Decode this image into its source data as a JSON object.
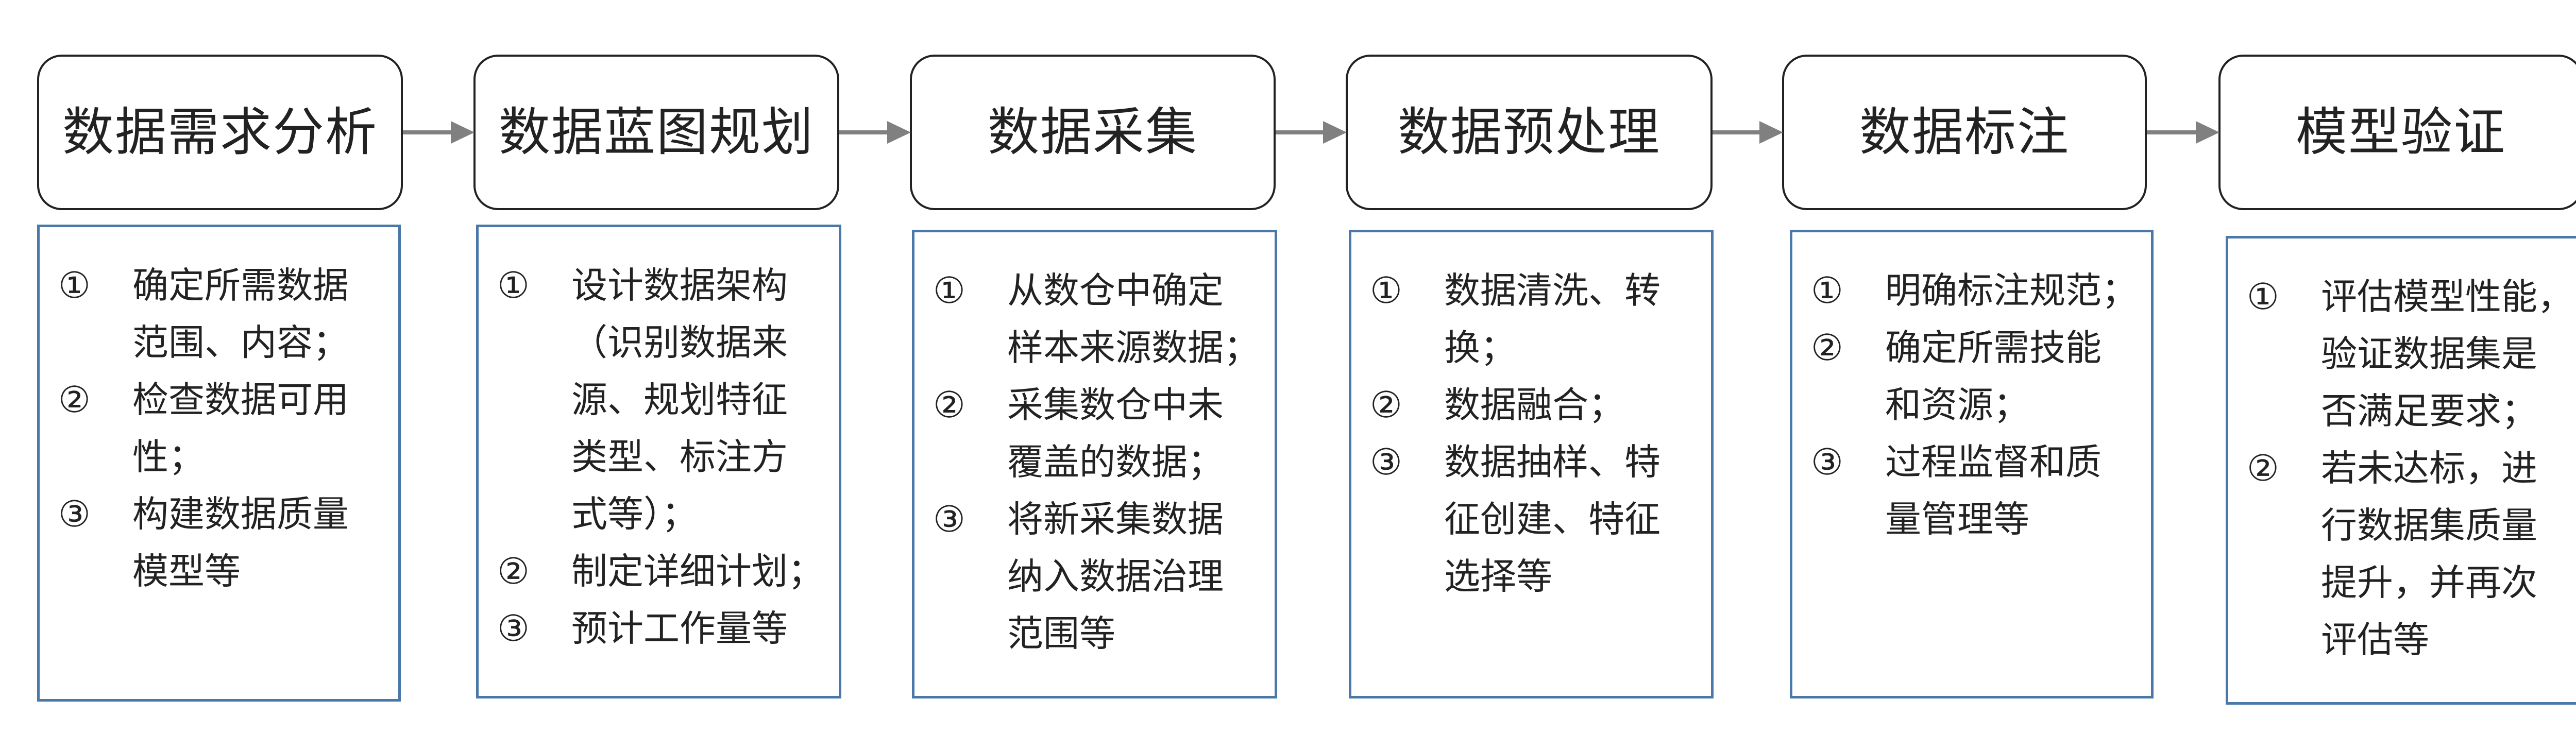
{
  "diagram": {
    "stages": [
      {
        "title": "数据需求分析",
        "items": [
          {
            "marker": "①",
            "lines": [
              "确定所需数据",
              "范围、内容；"
            ]
          },
          {
            "marker": "②",
            "lines": [
              "检查数据可用",
              "性；"
            ]
          },
          {
            "marker": "③",
            "lines": [
              "构建数据质量",
              "模型等"
            ]
          }
        ]
      },
      {
        "title": "数据蓝图规划",
        "items": [
          {
            "marker": "①",
            "lines": [
              "设计数据架构",
              "（识别数据来",
              "源、规划特征",
              "类型、标注方",
              "式等）；"
            ]
          },
          {
            "marker": "②",
            "lines": [
              "制定详细计划；"
            ]
          },
          {
            "marker": "③",
            "lines": [
              "预计工作量等"
            ]
          }
        ]
      },
      {
        "title": "数据采集",
        "items": [
          {
            "marker": "①",
            "lines": [
              "从数仓中确定",
              "样本来源数据；"
            ]
          },
          {
            "marker": "②",
            "lines": [
              "采集数仓中未",
              "覆盖的数据；"
            ]
          },
          {
            "marker": "③",
            "lines": [
              "将新采集数据",
              "纳入数据治理",
              "范围等"
            ]
          }
        ]
      },
      {
        "title": "数据预处理",
        "items": [
          {
            "marker": "①",
            "lines": [
              "数据清洗、转",
              "换；"
            ]
          },
          {
            "marker": "②",
            "lines": [
              "数据融合；"
            ]
          },
          {
            "marker": "③",
            "lines": [
              "数据抽样、特",
              "征创建、特征",
              "选择等"
            ]
          }
        ]
      },
      {
        "title": "数据标注",
        "items": [
          {
            "marker": "①",
            "lines": [
              "明确标注规范；"
            ]
          },
          {
            "marker": "②",
            "lines": [
              "确定所需技能",
              "和资源；"
            ]
          },
          {
            "marker": "③",
            "lines": [
              "过程监督和质",
              "量管理等"
            ]
          }
        ]
      },
      {
        "title": "模型验证",
        "items": [
          {
            "marker": "①",
            "lines": [
              "评估模型性能，",
              "验证数据集是",
              "否满足要求；"
            ]
          },
          {
            "marker": "②",
            "lines": [
              "若未达标，进",
              "行数据集质量",
              "提升，并再次",
              "评估等"
            ]
          }
        ]
      }
    ],
    "colors": {
      "stage_border": "#222222",
      "detail_border": "#4a78a8",
      "arrow": "#808080",
      "text": "#222222"
    }
  }
}
